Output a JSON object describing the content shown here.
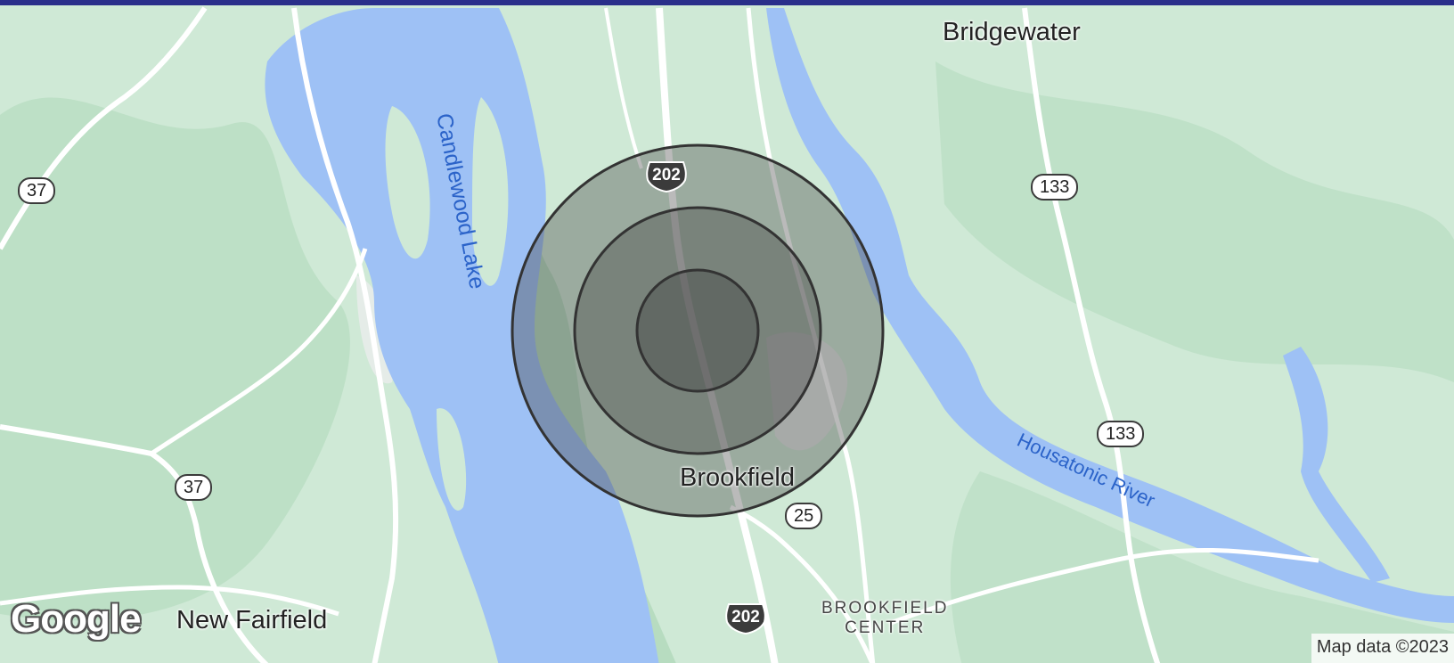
{
  "map": {
    "places": {
      "bridgewater": "Bridgewater",
      "brookfield": "Brookfield",
      "new_fairfield": "New Fairfield",
      "brookfield_center_line1": "BROOKFIELD",
      "brookfield_center_line2": "CENTER"
    },
    "water": {
      "candlewood_lake": "Candlewood Lake",
      "housatonic_river": "Housatonic River"
    },
    "routes": {
      "r37_north": "37",
      "r37_south": "37",
      "r133_north": "133",
      "r133_south": "133",
      "r25": "25",
      "us202_north": "202",
      "us202_south": "202"
    },
    "logo": "Google",
    "attribution": "Map data ©2023",
    "icons": {
      "logo": "google-logo",
      "route_shield": "route-shield-icon",
      "us_highway_shield": "us-highway-shield-icon"
    },
    "colors": {
      "land": "#cfe9d6",
      "water": "#9ec1f5",
      "road": "#ffffff",
      "ring": "#3a3a3a"
    }
  }
}
